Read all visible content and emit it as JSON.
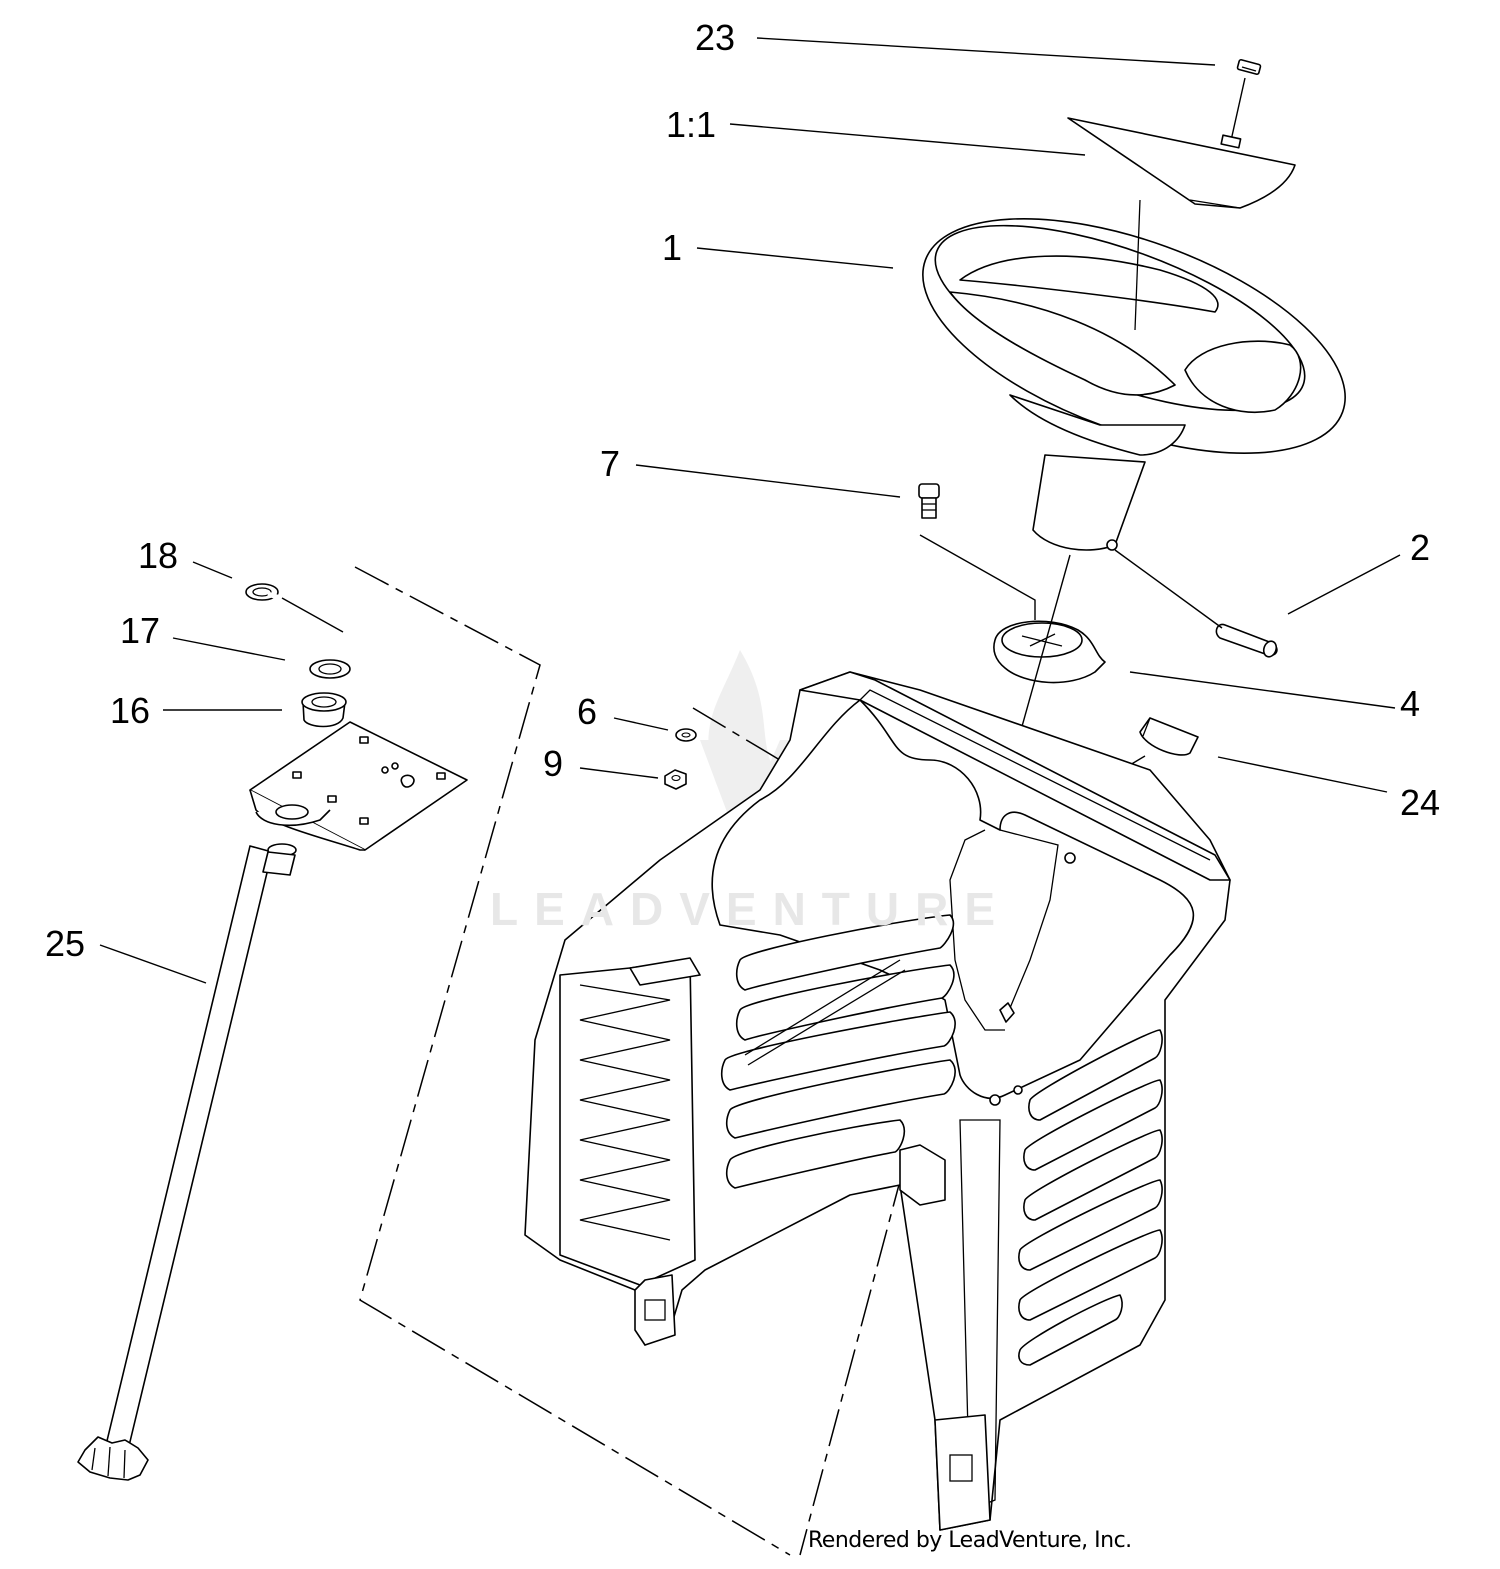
{
  "callouts": {
    "c23": "23",
    "c1_1": "1:1",
    "c1": "1",
    "c7": "7",
    "c2": "2",
    "c18": "18",
    "c17": "17",
    "c16": "16",
    "c6": "6",
    "c4": "4",
    "c9": "9",
    "c24": "24",
    "c25": "25"
  },
  "watermark": "LEADVENTURE",
  "credit": "Rendered by LeadVenture, Inc."
}
